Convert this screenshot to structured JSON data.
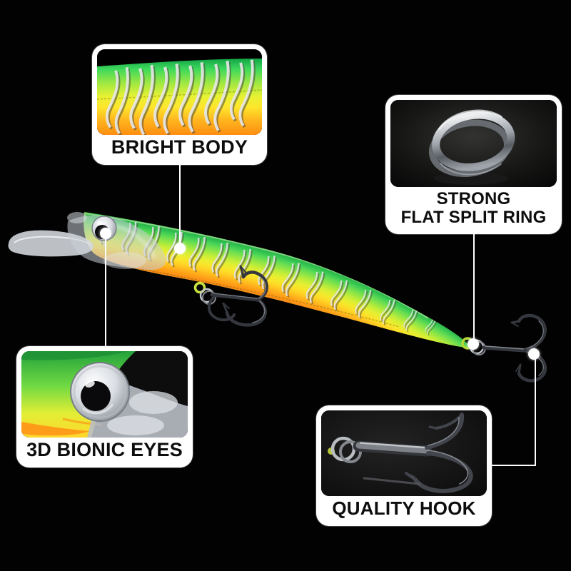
{
  "page": {
    "type": "product-feature-image",
    "background": "#000000"
  },
  "callouts": [
    {
      "id": "bright-body",
      "lines": [
        "BRIGHT BODY"
      ]
    },
    {
      "id": "strong-flat-split-ring",
      "lines": [
        "STRONG",
        "FLAT SPLIT RING"
      ]
    },
    {
      "id": "3d-bionic-eyes",
      "lines": [
        "3D BIONIC EYES"
      ]
    },
    {
      "id": "quality-hook",
      "lines": [
        "QUALITY HOOK"
      ]
    }
  ],
  "colors": {
    "callout_bg": "#ffffff",
    "label_text": "#0d0d0d",
    "connector": "#ffffff",
    "lure_green": "#2fbf52",
    "lure_chartreuse": "#dff233",
    "lure_orange": "#ff8d12",
    "metal_silver": "#c3c7cc",
    "hook_dark": "#3c3e45"
  }
}
